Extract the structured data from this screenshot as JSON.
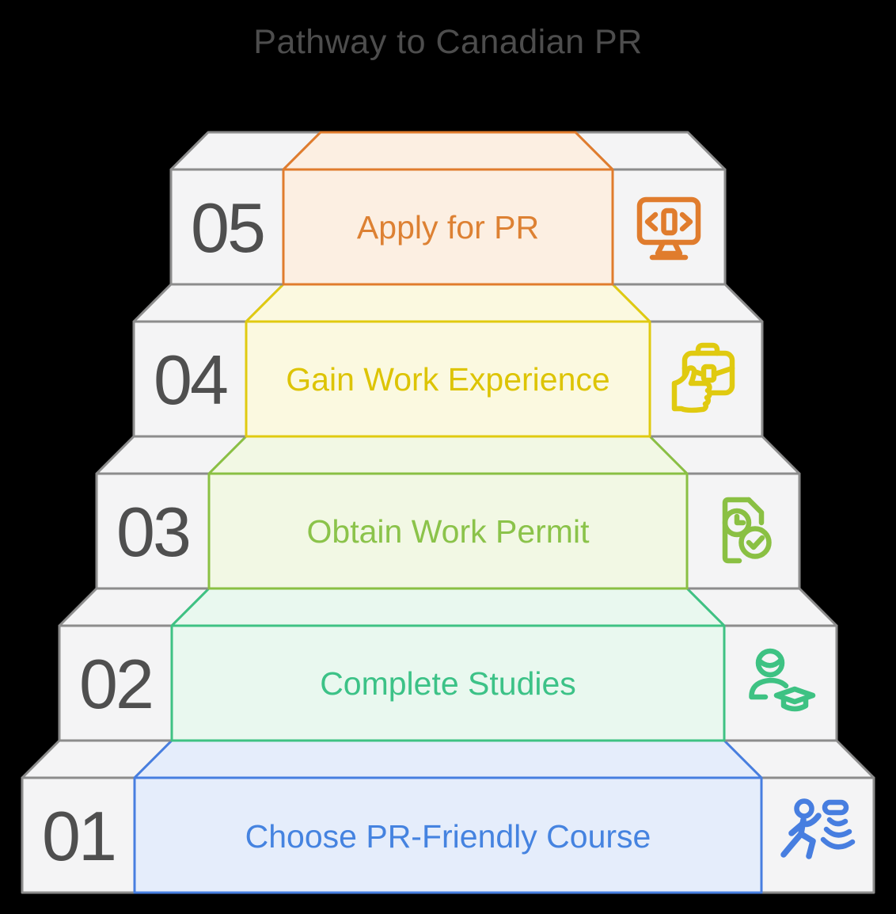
{
  "title": "Pathway to Canadian PR",
  "palette": {
    "background": "#000000",
    "step_face": "#f4f4f5",
    "step_border": "#8c8c8c",
    "title_color": "#4d4d4d",
    "number_color": "#4f4f4f"
  },
  "steps": [
    {
      "number": "01",
      "label": "Choose PR-Friendly Course",
      "icon": "runner-signals-icon",
      "stroke": "#477ee0",
      "fill": "#e5edfb",
      "text_color": "#4583e0"
    },
    {
      "number": "02",
      "label": "Complete Studies",
      "icon": "graduate-person-icon",
      "stroke": "#3ec283",
      "fill": "#e9f8ef",
      "text_color": "#3cc287"
    },
    {
      "number": "03",
      "label": "Obtain Work Permit",
      "icon": "document-clock-check-icon",
      "stroke": "#8ac043",
      "fill": "#f2f8e4",
      "text_color": "#8bc34a"
    },
    {
      "number": "04",
      "label": "Gain Work Experience",
      "icon": "briefcase-thumbs-up-icon",
      "stroke": "#e0ca10",
      "fill": "#fbf9e0",
      "text_color": "#ddc404"
    },
    {
      "number": "05",
      "label": "Apply for PR",
      "icon": "monitor-code-icon",
      "stroke": "#e07c2d",
      "fill": "#fcefe2",
      "text_color": "#dd8133"
    }
  ]
}
